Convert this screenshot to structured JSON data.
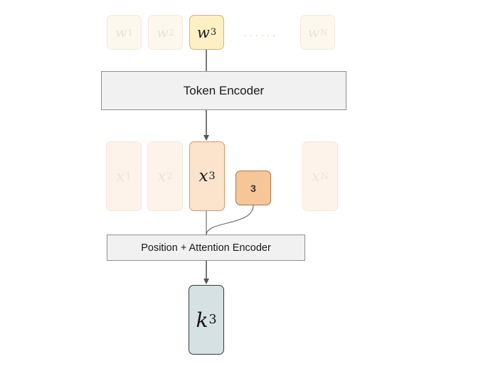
{
  "words": [
    {
      "base": "w",
      "sub": "1",
      "state": "faded"
    },
    {
      "base": "w",
      "sub": "2",
      "state": "faded"
    },
    {
      "base": "w",
      "sub": "3",
      "state": "highlight"
    },
    {
      "base": "w",
      "sub": "N",
      "state": "faded"
    }
  ],
  "word_ellipsis": "......",
  "token_encoder_label": "Token Encoder",
  "embeddings": [
    {
      "base": "x",
      "sub": "1",
      "state": "faded"
    },
    {
      "base": "x",
      "sub": "2",
      "state": "faded"
    },
    {
      "base": "x",
      "sub": "3",
      "state": "highlight"
    },
    {
      "base": "x",
      "sub": "N",
      "state": "faded"
    }
  ],
  "position_label": "3",
  "attention_encoder_label": "Position + Attention Encoder",
  "key": {
    "base": "k",
    "sub": "3"
  }
}
